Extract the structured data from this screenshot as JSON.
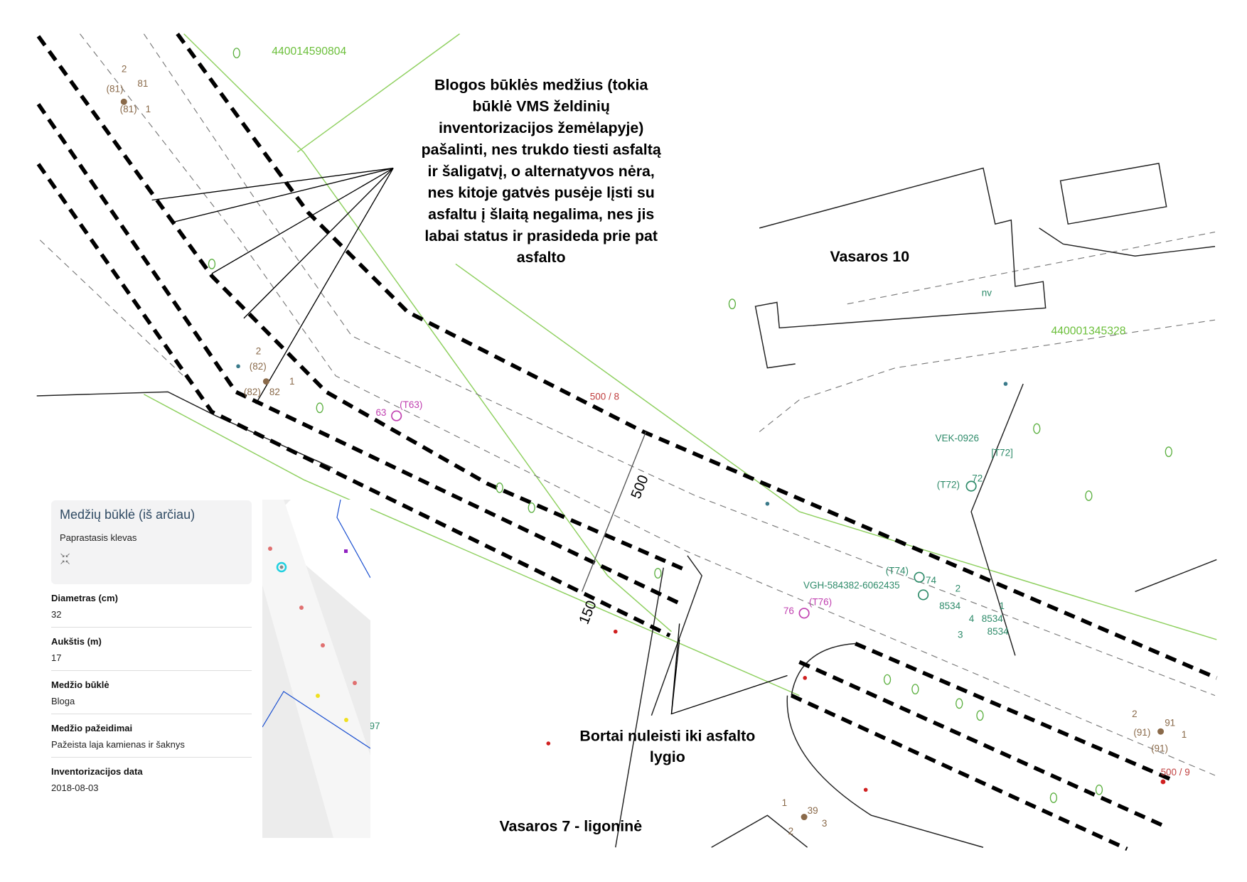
{
  "map": {
    "parcels": [
      "440014590804",
      "440001345328"
    ],
    "buildings": [
      "Vasaros 10",
      "Vasaros 7 - ligoninė"
    ],
    "annotation_trees": "Blogos būklės medžius (tokia būklė VMS želdinių inventorizacijos žemėlapyje) pašalinti, nes trukdo tiesti asfaltą ir šaligatvį, o alternatyvos nėra, nes kitoje gatvės pusėje lįsti su asfaltu į šlaitą negalima, nes jis labai status ir prasideda prie pat asfalto",
    "annotation_trees_lines": [
      "Blogos būklės medžius (tokia",
      "būklė VMS želdinių",
      "inventorizacijos žemėlapyje)",
      "pašalinti, nes trukdo tiesti asfaltą",
      "ir šaligatvį, o alternatyvos nėra,",
      "nes kitoje gatvės pusėje lįsti su",
      "asfaltu į šlaitą negalima, nes jis",
      "labai status ir prasideda prie pat",
      "asfalto"
    ],
    "annotation_curbs_lines": [
      "Bortai nuleisti iki asfalto",
      "lygio"
    ],
    "dimensions": [
      "500",
      "150"
    ],
    "labels": {
      "l500_8": "500 / 8",
      "l500_9": "500 / 9",
      "t63": "(T63)",
      "t63b": "63",
      "t76": "(T76)",
      "t76b": "76",
      "t74": "(T74)",
      "t74b": "74",
      "vgh": "VGH-584382-6062435",
      "vek": "VEK-0926",
      "t72": "(T72)",
      "t72b": "72",
      "t72c": "[T72]",
      "n8534a": "8534",
      "n8534b": "8534",
      "n8534c": "8534",
      "n1": "1",
      "n2": "2",
      "n3": "3",
      "n4": "4",
      "nv": "nv",
      "n97": "97",
      "t81a": "(81)",
      "t81b": "81",
      "t81c": "(81)",
      "t81d": "1",
      "t81e": "2",
      "t82a": "(82)",
      "t82b": "82",
      "t82c": "(82)",
      "t82d": "1",
      "t82e": "2",
      "t91a": "(91)",
      "t91b": "91",
      "t91c": "(91)",
      "t91d": "1",
      "t91e": "2",
      "t39a": "39",
      "t39b": "1",
      "t39c": "2",
      "t39d": "3"
    }
  },
  "panel": {
    "title": "Medžių būklė (iš arčiau)",
    "species": "Paprastasis klevas",
    "collapse_icon": "collapse-arrows-icon",
    "fields": [
      {
        "label": "Diametras (cm)",
        "value": "32"
      },
      {
        "label": "Aukštis (m)",
        "value": "17"
      },
      {
        "label": "Medžio būklė",
        "value": "Bloga"
      },
      {
        "label": "Medžio pažeidimai",
        "value": "Pažeista laja kamienas ir šaknys"
      },
      {
        "label": "Inventorizacijos data",
        "value": "2018-08-03"
      }
    ]
  },
  "colors": {
    "parcel": "#6bbf3a",
    "utility": "#2e8b6a",
    "tree_label": "#8a6a4a",
    "magenta": "#c040b0",
    "red": "#d02020"
  }
}
